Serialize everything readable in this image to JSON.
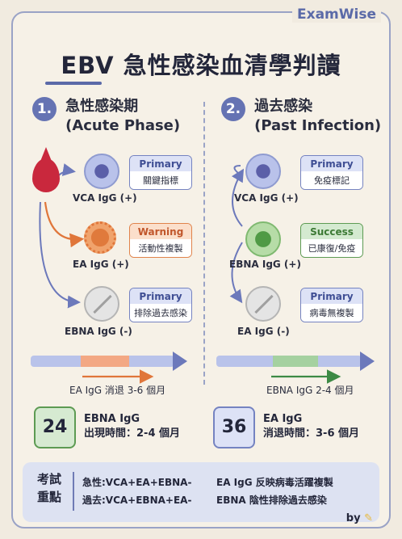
{
  "brand": "ExamWise",
  "title": "EBV 急性感染血清學判讀",
  "acute": {
    "number": "1.",
    "heading": "急性感染期",
    "heading_en": "(Acute Phase)",
    "vca_label": "VCA IgG (+)",
    "ea_label": "EA IgG (+)",
    "ebna_label": "EBNA IgG (-)",
    "vca_badge": {
      "type": "Primary",
      "text": "關鍵指標"
    },
    "ea_badge": {
      "type": "Warning",
      "text": "活動性複製"
    },
    "ebna_badge": {
      "type": "Primary",
      "text": "排除過去感染"
    },
    "timeline_label": "EA IgG 消退 3-6 個月"
  },
  "past": {
    "number": "2.",
    "heading": "過去感染",
    "heading_en": "(Past Infection)",
    "vca_label": "VCA IgG (+)",
    "ebna_label": "EBNA IgG (+)",
    "ea_label": "EA IgG (-)",
    "vca_badge": {
      "type": "Primary",
      "text": "免疫標記"
    },
    "ebna_badge": {
      "type": "Success",
      "text": "已康復/免疫"
    },
    "ea_badge": {
      "type": "Primary",
      "text": "病毒無複製"
    },
    "timeline_label": "EBNA IgG 2-4 個月"
  },
  "stats": [
    {
      "value": "24",
      "line1": "EBNA IgG",
      "line2": "出現時間：2-4 個月"
    },
    {
      "value": "36",
      "line1": "EA IgG",
      "line2": "消退時間：3-6 個月"
    }
  ],
  "footer": {
    "title": "考試重點",
    "row1_left": "急性:VCA+EA+EBNA-",
    "row1_right": "EA IgG 反映病毒活躍複製",
    "row2_left": "過去:VCA+EBNA+EA-",
    "row2_right": "EBNA 陰性排除過去感染"
  },
  "byline": "by",
  "colors": {
    "accent": "#5b6aa8",
    "warning": "#e0763a",
    "success": "#4f9a45"
  }
}
